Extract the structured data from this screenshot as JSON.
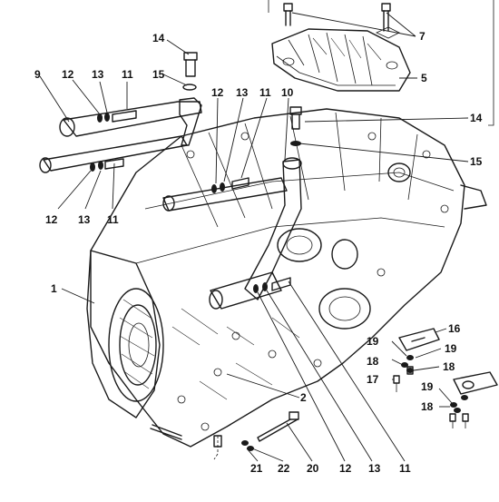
{
  "diagram": {
    "callouts": [
      {
        "id": "c7",
        "text": "7"
      },
      {
        "id": "c5",
        "text": "5"
      },
      {
        "id": "c14a",
        "text": "14"
      },
      {
        "id": "c15a",
        "text": "15"
      },
      {
        "id": "c9",
        "text": "9"
      },
      {
        "id": "c12a",
        "text": "12"
      },
      {
        "id": "c13a",
        "text": "13"
      },
      {
        "id": "c11a",
        "text": "11"
      },
      {
        "id": "c12b",
        "text": "12"
      },
      {
        "id": "c13b",
        "text": "13"
      },
      {
        "id": "c11b",
        "text": "11"
      },
      {
        "id": "c10",
        "text": "10"
      },
      {
        "id": "c14b",
        "text": "14"
      },
      {
        "id": "c15b",
        "text": "15"
      },
      {
        "id": "c12c",
        "text": "12"
      },
      {
        "id": "c13c",
        "text": "13"
      },
      {
        "id": "c11c",
        "text": "11"
      },
      {
        "id": "c1",
        "text": "1"
      },
      {
        "id": "c16",
        "text": "16"
      },
      {
        "id": "c19a",
        "text": "19"
      },
      {
        "id": "c19b",
        "text": "19"
      },
      {
        "id": "c18a",
        "text": "18"
      },
      {
        "id": "c18b",
        "text": "18"
      },
      {
        "id": "c17",
        "text": "17"
      },
      {
        "id": "c19c",
        "text": "19"
      },
      {
        "id": "c18c",
        "text": "18"
      },
      {
        "id": "c2",
        "text": "2"
      },
      {
        "id": "c21",
        "text": "21"
      },
      {
        "id": "c22",
        "text": "22"
      },
      {
        "id": "c20",
        "text": "20"
      },
      {
        "id": "c12d",
        "text": "12"
      },
      {
        "id": "c13d",
        "text": "13"
      },
      {
        "id": "c11d",
        "text": "11"
      }
    ]
  }
}
